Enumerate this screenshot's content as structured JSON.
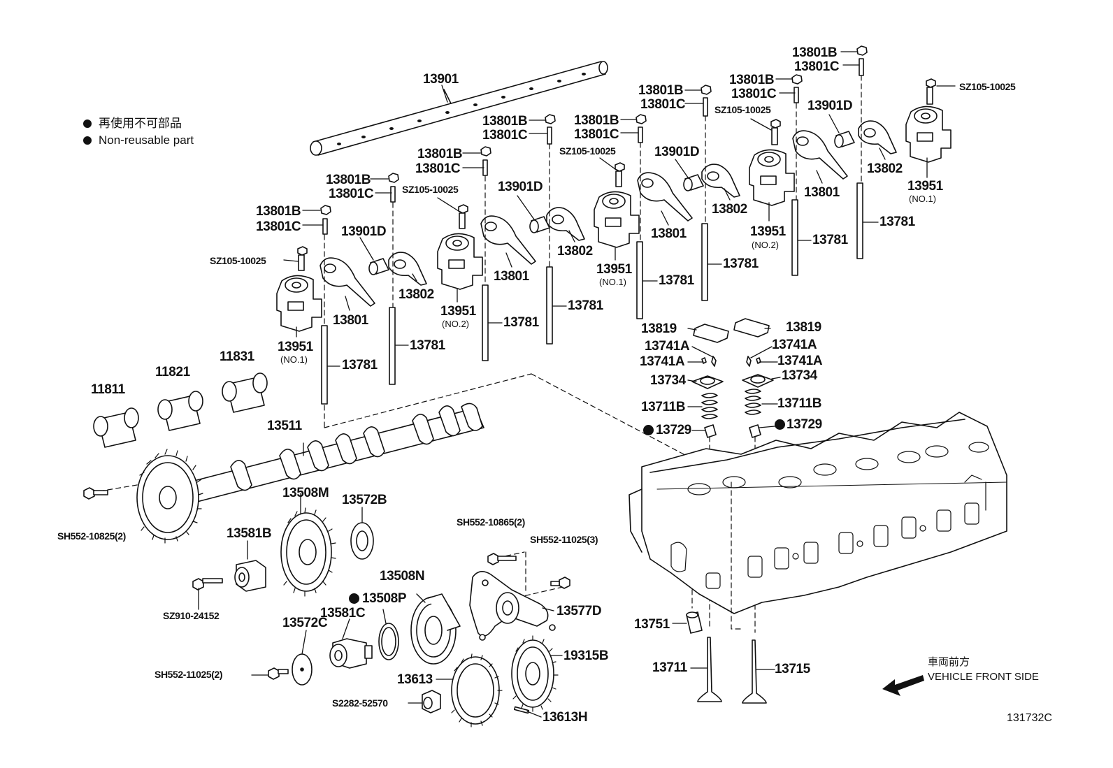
{
  "legend": {
    "dot_color": "#111111",
    "line_jp": "再使用不可部品",
    "line_en": "Non-reusable part"
  },
  "front": {
    "jp": "車両前方",
    "en": "VEHICLE FRONT SIDE"
  },
  "diagram_code": "131732C",
  "parts": {
    "p13901": "13901",
    "r1_13801B": "13801B",
    "r1_13801C": "13801C",
    "r2_13801B": "13801B",
    "r2_13801C": "13801C",
    "r3_13801B": "13801B",
    "r3_13801C": "13801C",
    "r4_13801B": "13801B",
    "r4_13801C": "13801C",
    "r5_13801B": "13801B",
    "r5_13801C": "13801C",
    "r6_13801B": "13801B",
    "r6_13801C": "13801C",
    "r7_13801B": "13801B",
    "r7_13801C": "13801C",
    "r8_13801B": "13801B",
    "r8_13801C": "13801C",
    "sz1": "SZ105-10025",
    "sz2": "SZ105-10025",
    "sz3": "SZ105-10025",
    "sz4": "SZ105-10025",
    "sz5": "SZ105-10025",
    "g1_13901D": "13901D",
    "g2_13901D": "13901D",
    "g3_13901D": "13901D",
    "g4_13901D": "13901D",
    "g1_13802": "13802",
    "g2_13802": "13802",
    "g3_13802": "13802",
    "g4_13802": "13802",
    "g1_13801": "13801",
    "g2_13801": "13801",
    "g3_13801": "13801",
    "g4_13801": "13801",
    "g1_13951": "13951",
    "g1_13951_sub": "(NO.1)",
    "g2_13951": "13951",
    "g2_13951_sub": "(NO.2)",
    "g3_13951": "13951",
    "g3_13951_sub": "(NO.1)",
    "g4_13951": "13951",
    "g4_13951_sub": "(NO.2)",
    "g5_13951": "13951",
    "g5_13951_sub": "(NO.1)",
    "pr1": "13781",
    "pr2": "13781",
    "pr3": "13781",
    "pr4": "13781",
    "pr5": "13781",
    "pr6": "13781",
    "pr7": "13781",
    "pr8": "13781",
    "p11811": "11811",
    "p11821": "11821",
    "p11831": "11831",
    "p13511": "13511",
    "sh1": "SH552-10825(2)",
    "p13508M": "13508M",
    "p13572B": "13572B",
    "p13581B": "13581B",
    "sz910": "SZ910-24152",
    "sh2": "SH552-10865(2)",
    "sh3": "SH552-11025(3)",
    "p13508N": "13508N",
    "p13508P": "13508P",
    "p13581C": "13581C",
    "p13572C": "13572C",
    "p13577D": "13577D",
    "p19315B": "19315B",
    "sh4": "SH552-11025(2)",
    "p13613": "13613",
    "s2282": "S2282-52570",
    "p13613H": "13613H",
    "v_13819_l": "13819",
    "v_13819_r": "13819",
    "v_13741A_1": "13741A",
    "v_13741A_2": "13741A",
    "v_13741A_3": "13741A",
    "v_13741A_4": "13741A",
    "v_13734_l": "13734",
    "v_13734_r": "13734",
    "v_13711B_l": "13711B",
    "v_13711B_r": "13711B",
    "v_13729_l": "13729",
    "v_13729_r": "13729",
    "p13751": "13751",
    "p13711": "13711",
    "p13715": "13715"
  }
}
